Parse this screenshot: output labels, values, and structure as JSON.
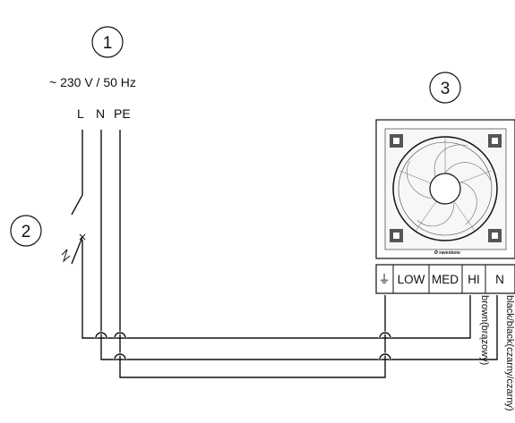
{
  "callouts": {
    "supply": "1",
    "switch": "2",
    "fan": "3"
  },
  "supply": {
    "voltage": "~ 230 V / 50 Hz",
    "lines": {
      "L": "L",
      "N": "N",
      "PE": "PE"
    }
  },
  "fan": {
    "brand": "Ø ravestone",
    "terminals": {
      "ground": "⏚",
      "low": "LOW",
      "med": "MED",
      "hi": "HI",
      "neutral": "N"
    }
  },
  "wires": {
    "hi_color": "brown(brązowy)",
    "n_color": "black/black(czarny/czarny)"
  },
  "colors": {
    "stroke": "#111111",
    "background": "#ffffff"
  }
}
